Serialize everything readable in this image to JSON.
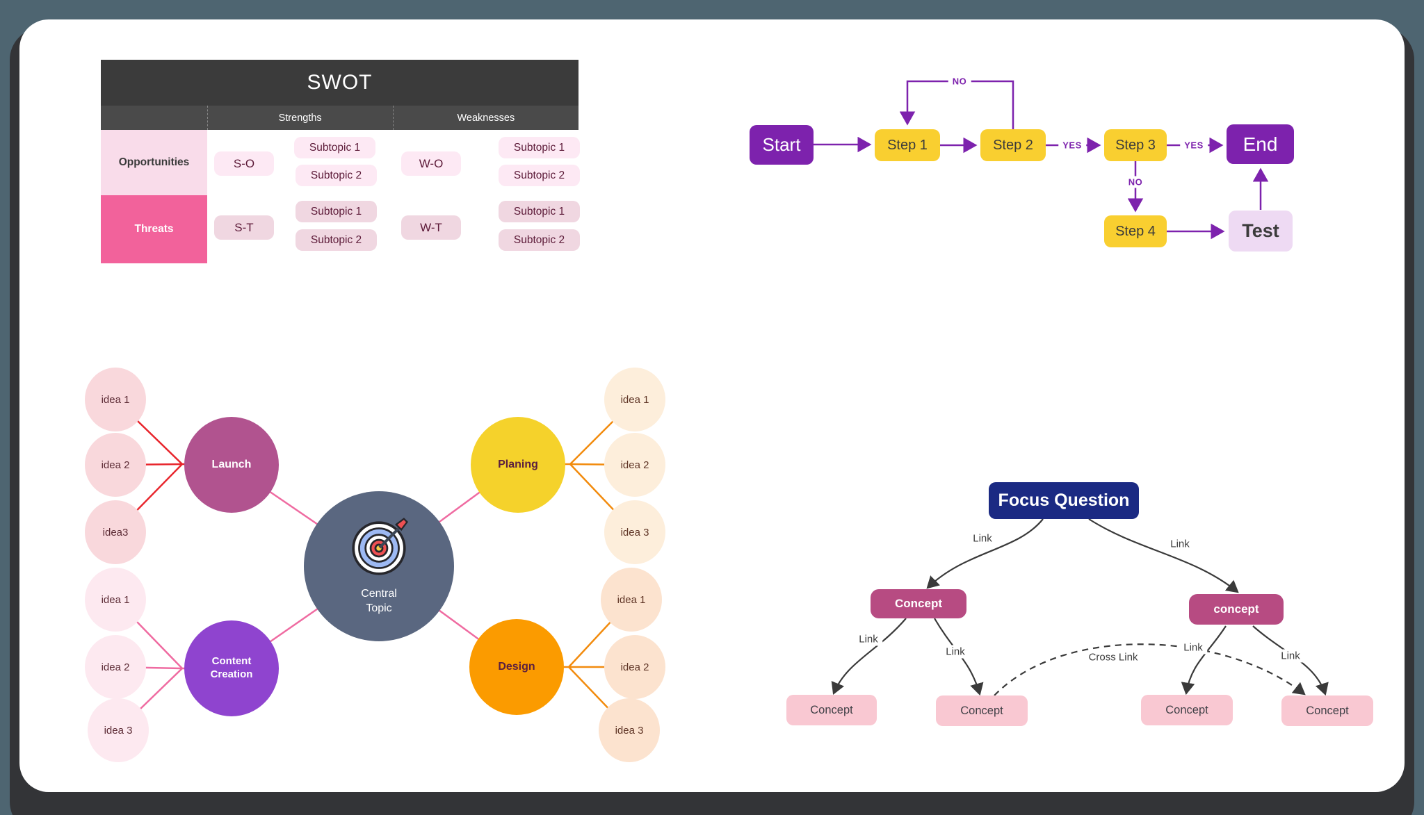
{
  "swot": {
    "title": "SWOT",
    "col_headers": [
      "Strengths",
      "Weaknesses"
    ],
    "row_headers": [
      "Opportunities",
      "Threats"
    ],
    "cells": {
      "so": "S-O",
      "wo": "W-O",
      "st": "S-T",
      "wt": "W-T",
      "so_subs": [
        "Subtopic 1",
        "Subtopic 2"
      ],
      "wo_subs": [
        "Subtopic 1",
        "Subtopic 2"
      ],
      "st_subs": [
        "Subtopic 1",
        "Subtopic 2"
      ],
      "wt_subs": [
        "Subtopic 1",
        "Subtopic 2"
      ]
    }
  },
  "flowchart": {
    "nodes": {
      "start": "Start",
      "step1": "Step 1",
      "step2": "Step 2",
      "step3": "Step 3",
      "step4": "Step 4",
      "end": "End",
      "test": "Test"
    },
    "labels": {
      "no_loop": "NO",
      "yes1": "YES",
      "yes2": "YES",
      "no_down": "NO"
    }
  },
  "mindmap": {
    "central": "Central Topic",
    "central_icon": "dartboard-target-icon",
    "branches": [
      {
        "label": "Launch",
        "ideas": [
          "idea 1",
          "idea 2",
          "idea3"
        ]
      },
      {
        "label": "Content Creation",
        "ideas": [
          "idea 1",
          "idea 2",
          "idea 3"
        ]
      },
      {
        "label": "Planing",
        "ideas": [
          "idea 1",
          "idea 2",
          "idea 3"
        ]
      },
      {
        "label": "Design",
        "ideas": [
          "idea 1",
          "idea 2",
          "idea 3"
        ]
      }
    ]
  },
  "conceptmap": {
    "focus": "Focus Question",
    "mid_concepts": [
      "Concept",
      "concept"
    ],
    "leaf_concepts": [
      "Concept",
      "Concept",
      "Concept",
      "Concept"
    ],
    "link_labels": [
      "Link",
      "Link",
      "Link",
      "Link",
      "Link",
      "Link"
    ],
    "cross_link_label": "Cross Link"
  },
  "palette": {
    "background": "#4e6571",
    "card": "#ffffff",
    "swot_header": "#3b3b3b",
    "swot_subheader": "#4a4a4a",
    "opportunities_pink": "#f9dcea",
    "threats_pink": "#f2629b",
    "chip_light": "#fde9f4",
    "chip_mauve": "#f0d7e1",
    "flow_purple": "#7d22ad",
    "flow_yellow": "#f9cf30",
    "flow_test_lavender": "#eedaf3",
    "mind_launch": "#b1538f",
    "mind_content": "#8f44cf",
    "mind_planing": "#f5d22b",
    "mind_design": "#fb9b00",
    "mind_central": "#5a6780",
    "line_red": "#e8252c",
    "line_pink": "#ef6ba1",
    "line_orange": "#f28b0d",
    "concept_navy": "#1b2a83",
    "concept_magenta": "#b74b82",
    "concept_leaf_pink": "#f9c8d2",
    "connector_dark": "#3a3a3a"
  }
}
